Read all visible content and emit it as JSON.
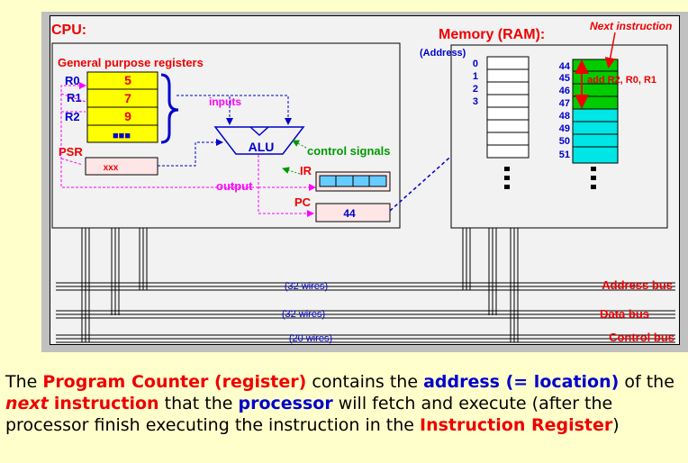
{
  "cpu": {
    "title": "CPU:",
    "registers_title": "General purpose registers",
    "registers": [
      {
        "name": "R0",
        "value": "5"
      },
      {
        "name": "R1",
        "value": "7"
      },
      {
        "name": "R2",
        "value": "9"
      }
    ],
    "registers_more": "■■■",
    "inputs_label": "inputs",
    "alu_label": "ALU",
    "control_signals_label": "control signals",
    "ir_label": "IR",
    "psr_label": "PSR",
    "psr_value": "xxx",
    "output_label": "output",
    "pc_label": "PC",
    "pc_value": "44"
  },
  "memory": {
    "title": "Memory (RAM):",
    "address_label": "(Address)",
    "left_addresses": [
      "0",
      "1",
      "2",
      "3"
    ],
    "right_addresses": [
      "44",
      "45",
      "46",
      "47",
      "48",
      "49",
      "50",
      "51"
    ],
    "next_instruction_label": "Next instruction",
    "instruction_text": "add R2, R0, R1"
  },
  "buses": [
    {
      "wires": "(32 wires)",
      "name": "Address bus"
    },
    {
      "wires": "(32 wires)",
      "name": "Data bus"
    },
    {
      "wires": "(20 wires)",
      "name": "Control bus"
    }
  ],
  "caption": {
    "p1": "The ",
    "p2": "Program Counter (register)",
    "p3": " contains the ",
    "p4": "address (= location)",
    "p5": " of the ",
    "p6": "next",
    "p7": " ",
    "p8": "instruction",
    "p9": " that the ",
    "p10": "processor",
    "p11": " will fetch and execute (after the processor finish executing the instruction in the ",
    "p12": "Instruction Register",
    "p13": ")"
  },
  "colors": {
    "background": "#ffffcc",
    "register_fill": "#ffff00",
    "instruction_fill": "#00cc00",
    "data_fill": "#00e5e5",
    "accent_red": "#ee0000",
    "accent_blue": "#0000cc",
    "accent_magenta": "#ff00ff",
    "accent_green": "#009900"
  }
}
